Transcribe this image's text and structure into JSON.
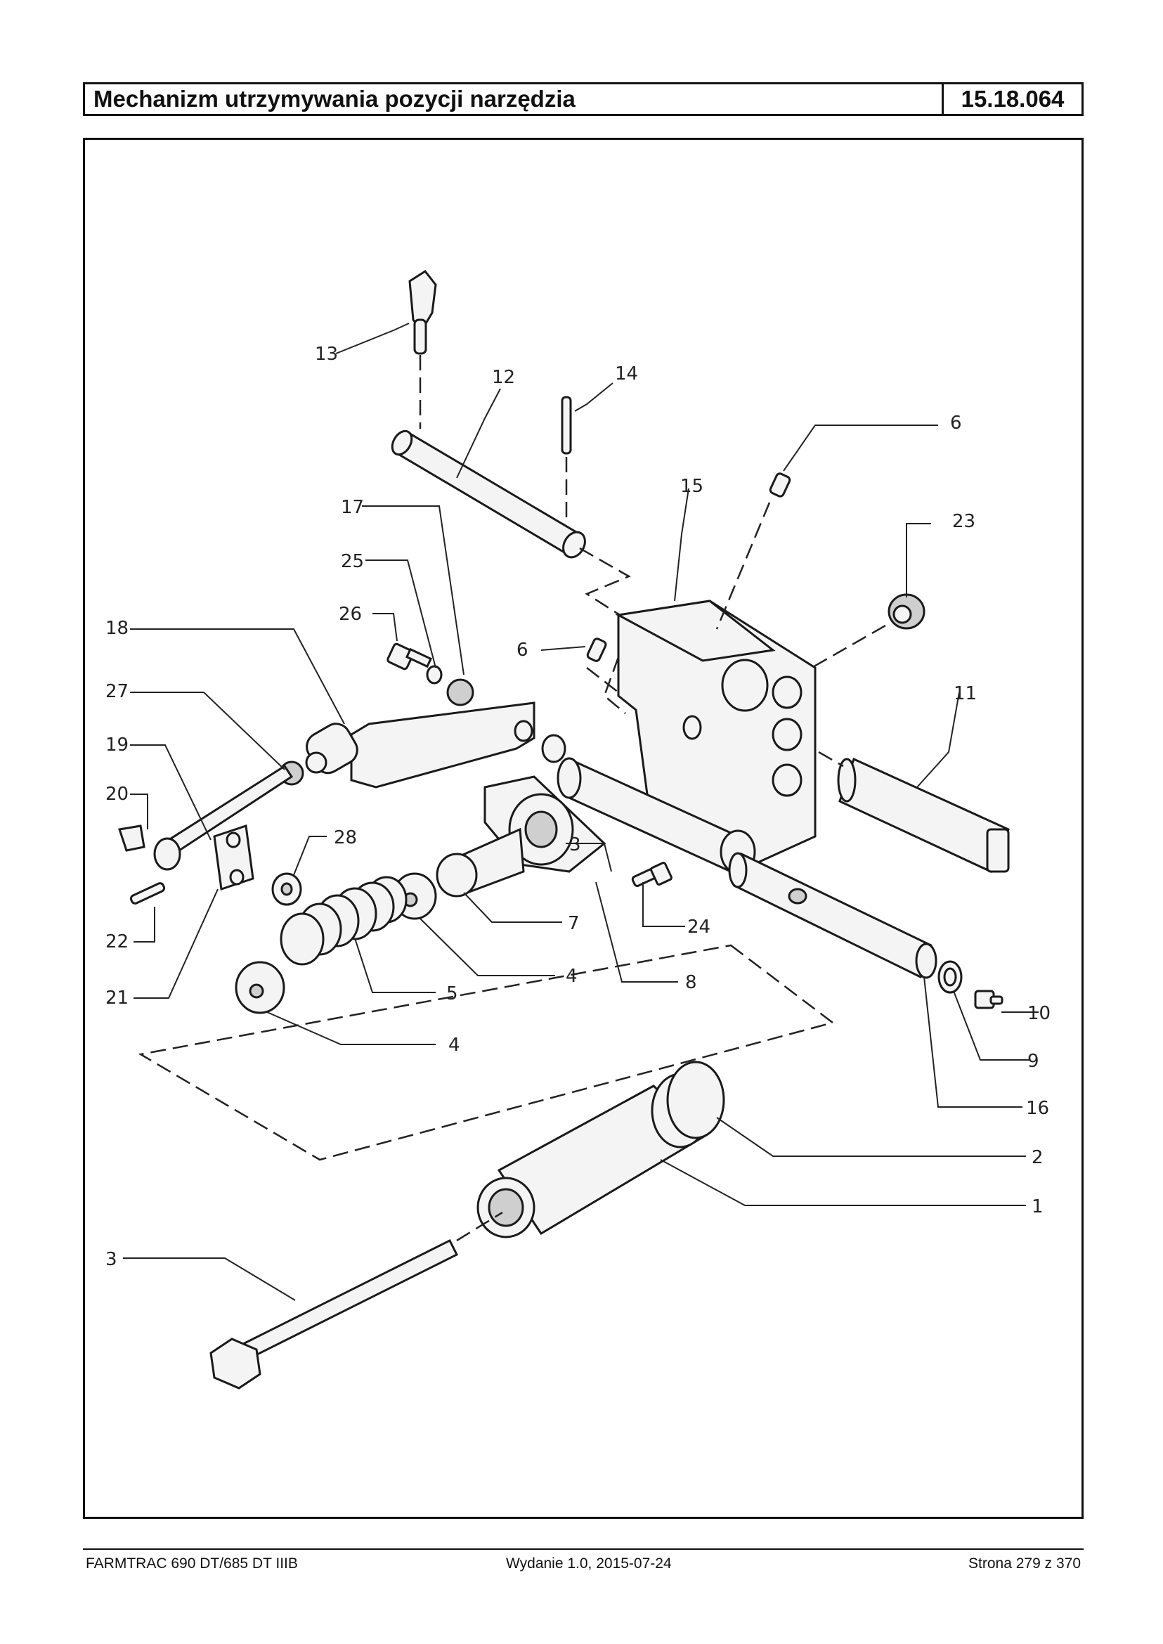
{
  "header": {
    "title": "Mechanizm utrzymywania pozycji narzędzia",
    "code": "15.18.064"
  },
  "diagram": {
    "labels": {
      "l13": "13",
      "l12": "12",
      "l14": "14",
      "l6a": "6",
      "l15": "15",
      "l23": "23",
      "l17": "17",
      "l25": "25",
      "l26": "26",
      "l6b": "6",
      "l18": "18",
      "l11": "11",
      "l27": "27",
      "l19": "19",
      "l20": "20",
      "l28": "28",
      "l3a": "3",
      "l7": "7",
      "l24": "24",
      "l22": "22",
      "l4a": "4",
      "l8": "8",
      "l21": "21",
      "l5": "5",
      "l4b": "4",
      "l10": "10",
      "l9": "9",
      "l16": "16",
      "l2": "2",
      "l1": "1",
      "l3b": "3"
    }
  },
  "footer": {
    "model": "FARMTRAC 690 DT/685 DT IIIB",
    "edition": "Wydanie 1.0,  2015-07-24",
    "page": "Strona 279 z 370"
  }
}
